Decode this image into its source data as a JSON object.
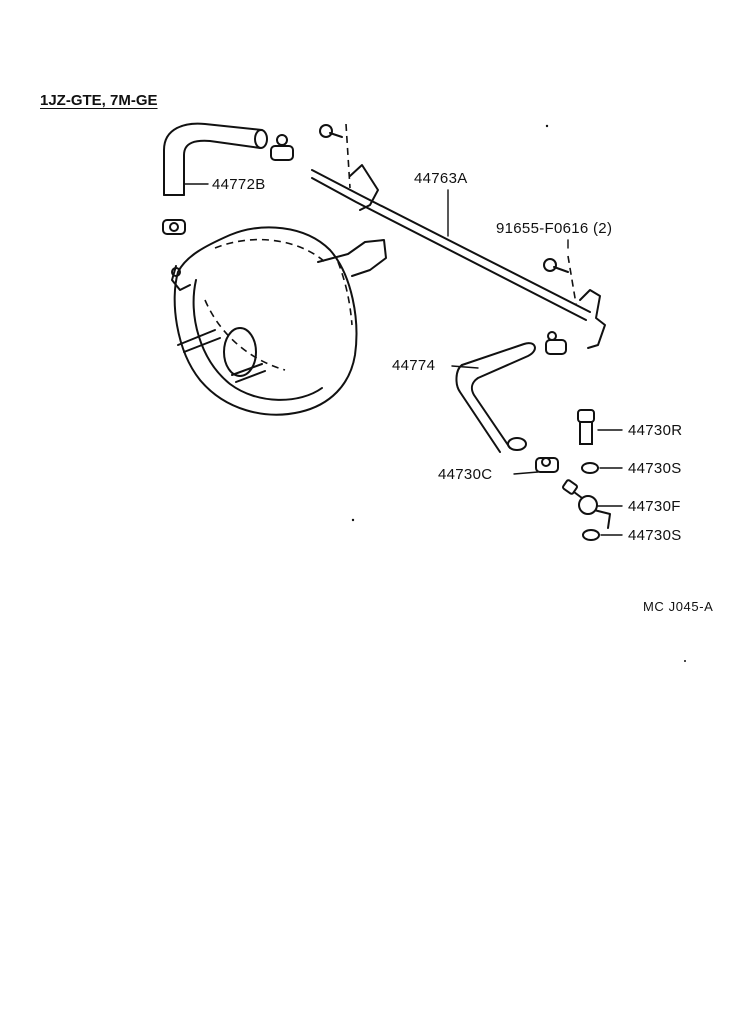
{
  "title": "1JZ-GTE, 7M-GE",
  "diagram_code": "MC J045-A",
  "parts": [
    {
      "id": "hose_upper",
      "label": "44772B"
    },
    {
      "id": "pipe",
      "label": "44763A"
    },
    {
      "id": "clip_bolt",
      "label": "91655-F0616 (2)"
    },
    {
      "id": "hose_lower",
      "label": "44774"
    },
    {
      "id": "valve_r",
      "label": "44730R"
    },
    {
      "id": "gasket_1",
      "label": "44730S"
    },
    {
      "id": "clamp",
      "label": "44730C"
    },
    {
      "id": "check_valve_f",
      "label": "44730F"
    },
    {
      "id": "gasket_2",
      "label": "44730S"
    }
  ]
}
